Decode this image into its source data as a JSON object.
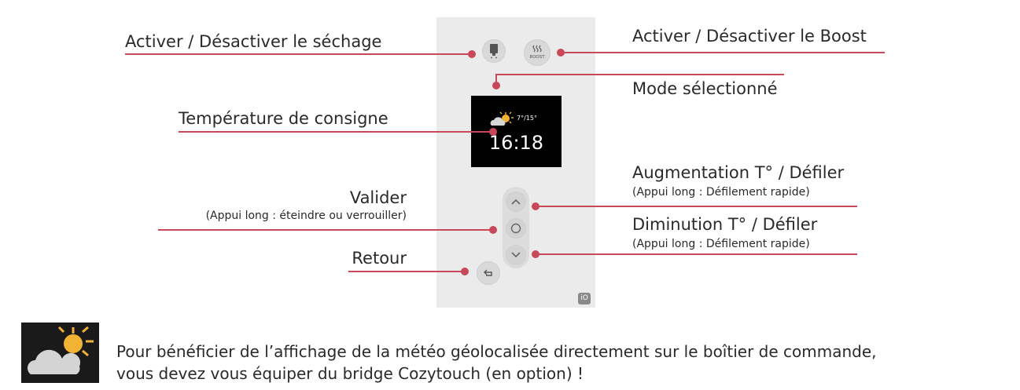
{
  "labels": {
    "sechage": "Activer / Désactiver le séchage",
    "boost": "Activer / Désactiver le Boost",
    "mode": "Mode sélectionné",
    "temperature": "Température de consigne",
    "augmentation": "Augmentation T° / Défiler",
    "augmentation_sub": "(Appui long : Défilement rapide)",
    "valider": "Valider",
    "valider_sub": "(Appui long : éteindre ou verrouiller)",
    "diminution": "Diminution T° / Défiler",
    "diminution_sub": "(Appui long : Défilement rapide)",
    "retour": "Retour"
  },
  "device": {
    "screen_time": "16:18",
    "screen_temp": "7°/15°",
    "boost_text": "BOOST",
    "logo": "iO"
  },
  "note": {
    "line1": "Pour bénéficier de l’affichage de la météo géolocalisée directement sur le boîtier de commande,",
    "line2": "vous devez vous équiper du bridge Cozytouch (en option) !"
  },
  "colors": {
    "accent": "#c8485a",
    "panel": "#ebebeb",
    "screen": "#000000"
  },
  "icons": [
    "drying-icon",
    "boost-icon",
    "weather-icon",
    "chevron-up-icon",
    "circle-icon",
    "chevron-down-icon",
    "return-icon"
  ]
}
